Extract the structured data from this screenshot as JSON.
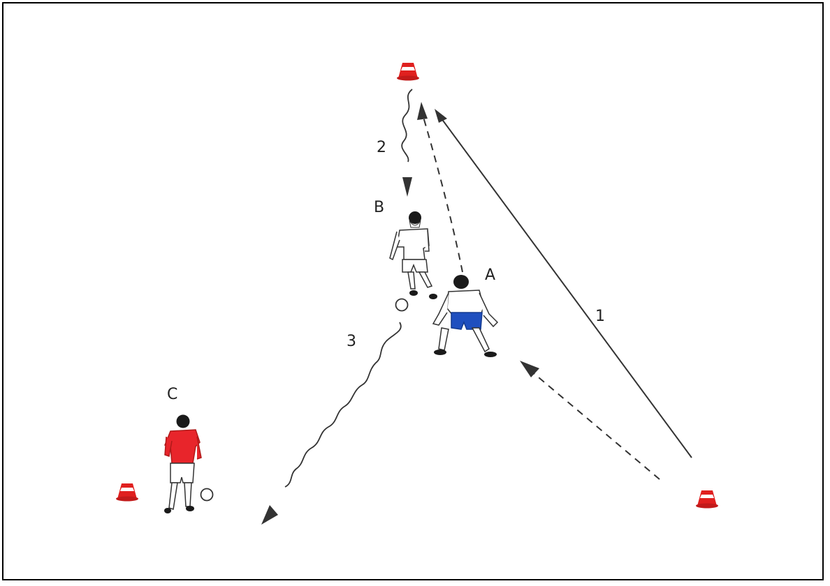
{
  "diagram": {
    "players": [
      {
        "id": "A",
        "label": "A",
        "shirt": "#ffffff",
        "shorts": "#1f4fbf"
      },
      {
        "id": "B",
        "label": "B",
        "shirt": "#ffffff",
        "shorts": "#ffffff"
      },
      {
        "id": "C",
        "label": "C",
        "shirt": "#e8252b",
        "shorts": "#ffffff"
      }
    ],
    "steps": [
      {
        "id": "1",
        "label": "1"
      },
      {
        "id": "2",
        "label": "2"
      },
      {
        "id": "3",
        "label": "3"
      }
    ],
    "colors": {
      "cone": "#e0201f",
      "cone_stripe": "#ffffff",
      "line": "#222222",
      "dashed": "#333333",
      "hair": "#1a1a1a",
      "skin": "#ffffff"
    },
    "legend_icons": [
      "cone-icon",
      "ball-icon",
      "player-icon",
      "run-arrow",
      "dribble-arrow",
      "pass-arrow"
    ]
  }
}
